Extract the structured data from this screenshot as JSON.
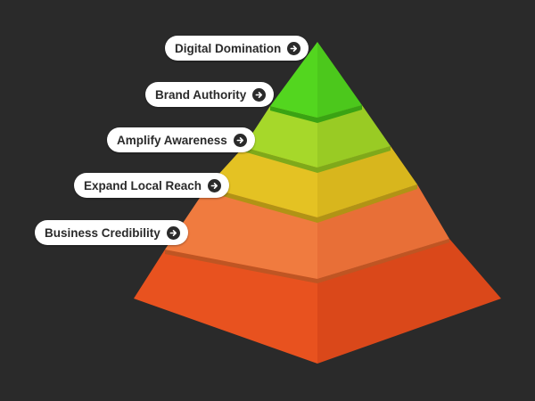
{
  "levels": [
    {
      "label": "Digital Domination",
      "colors": {
        "left": "#53d61f",
        "right": "#4cc81c",
        "underside": "#3aa313"
      }
    },
    {
      "label": "Brand Authority",
      "colors": {
        "left": "#a6d82a",
        "right": "#99cb24",
        "underside": "#7fa91a"
      }
    },
    {
      "label": "Amplify Awareness",
      "colors": {
        "left": "#e4c223",
        "right": "#d8b61d",
        "underside": "#b19315"
      }
    },
    {
      "label": "Expand Local Reach",
      "colors": {
        "left": "#f07b3f",
        "right": "#e86f37",
        "underside": "#bf5523"
      }
    },
    {
      "label": "Business Credibility",
      "colors": {
        "left": "#e8521f",
        "right": "#da481a",
        "underside": "#b63a12"
      }
    }
  ],
  "colors": {
    "background": "#2a2a2a",
    "pill": "#ffffff",
    "pill_text": "#2a2a2a"
  },
  "icons": {
    "pill_arrow": "arrow-right-circle-icon"
  }
}
